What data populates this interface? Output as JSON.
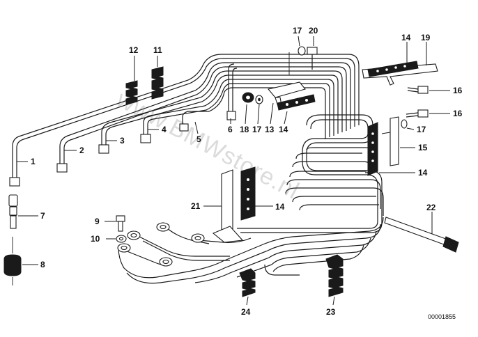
{
  "diagram": {
    "watermark": "www.BMWstore.nl",
    "doc_id": "00001855",
    "labels": {
      "l1": "1",
      "l2": "2",
      "l3": "3",
      "l4": "4",
      "l5": "5",
      "l6": "6",
      "l7": "7",
      "l8": "8",
      "l9": "9",
      "l10": "10",
      "l11": "11",
      "l12": "12",
      "l13": "13",
      "l14a": "14",
      "l14b": "14",
      "l14c": "14",
      "l14d": "14",
      "l15": "15",
      "l16a": "16",
      "l16b": "16",
      "l17a": "17",
      "l17b": "17",
      "l17c": "17",
      "l18": "18",
      "l19": "19",
      "l20": "20",
      "l21": "21",
      "l22": "22",
      "l23": "23",
      "l24": "24"
    }
  }
}
